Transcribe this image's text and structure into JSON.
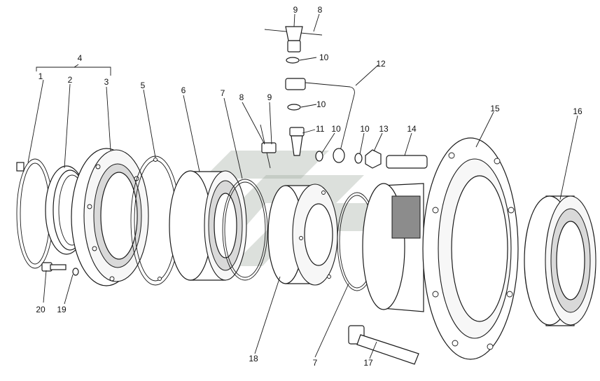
{
  "callouts": [
    "1",
    "2",
    "3",
    "4",
    "5",
    "6",
    "7",
    "7",
    "8",
    "8",
    "9",
    "9",
    "10",
    "10",
    "10",
    "10",
    "11",
    "12",
    "13",
    "14",
    "15",
    "16",
    "17",
    "18",
    "19",
    "20"
  ],
  "colors": {
    "line": "#1a1a1a",
    "background": "#ffffff",
    "watermark": "#9aa59a"
  }
}
